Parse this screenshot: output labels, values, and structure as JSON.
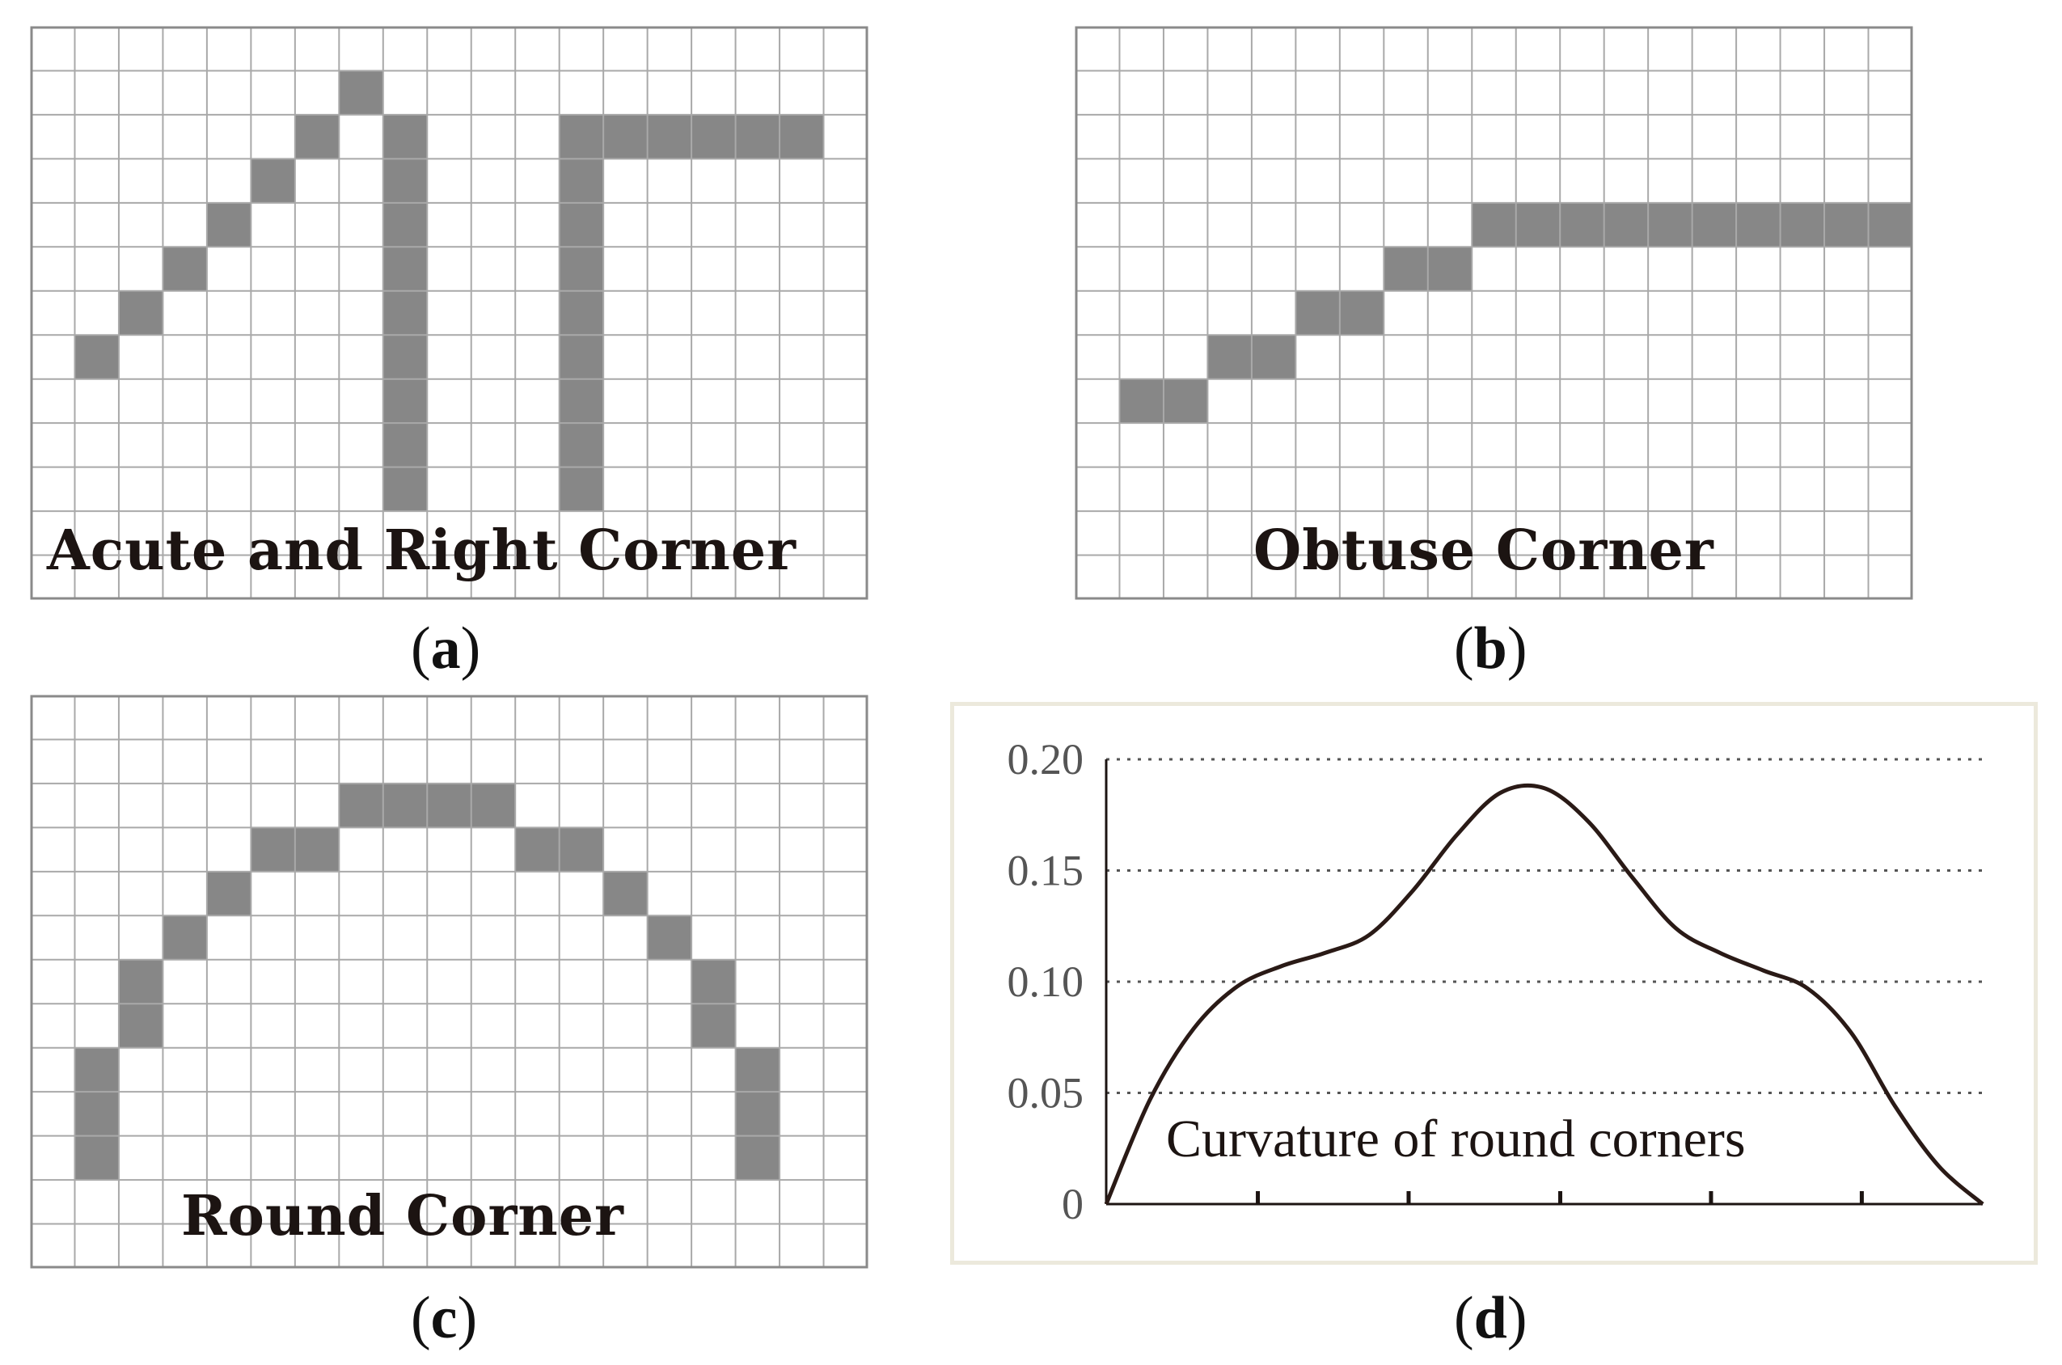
{
  "panels": {
    "a": {
      "title": "Acute and Right Corner",
      "label_open": "(",
      "label_letter": "a",
      "label_close": ")",
      "grid": {
        "cols": 19,
        "rows": 13
      },
      "filled_cells": [
        [
          7,
          1
        ],
        [
          6,
          2
        ],
        [
          8,
          2
        ],
        [
          5,
          3
        ],
        [
          8,
          3
        ],
        [
          4,
          4
        ],
        [
          8,
          4
        ],
        [
          3,
          5
        ],
        [
          8,
          5
        ],
        [
          2,
          6
        ],
        [
          8,
          6
        ],
        [
          1,
          7
        ],
        [
          8,
          7
        ],
        [
          8,
          8
        ],
        [
          8,
          9
        ],
        [
          8,
          10
        ],
        [
          12,
          2
        ],
        [
          13,
          2
        ],
        [
          14,
          2
        ],
        [
          15,
          2
        ],
        [
          16,
          2
        ],
        [
          17,
          2
        ],
        [
          12,
          3
        ],
        [
          12,
          4
        ],
        [
          12,
          5
        ],
        [
          12,
          6
        ],
        [
          12,
          7
        ],
        [
          12,
          8
        ],
        [
          12,
          9
        ],
        [
          12,
          10
        ]
      ]
    },
    "b": {
      "title": "Obtuse Corner",
      "label_open": "(",
      "label_letter": "b",
      "label_close": ")",
      "grid": {
        "cols": 19,
        "rows": 13
      },
      "filled_cells": [
        [
          1,
          8
        ],
        [
          2,
          8
        ],
        [
          3,
          7
        ],
        [
          4,
          7
        ],
        [
          5,
          6
        ],
        [
          6,
          6
        ],
        [
          7,
          5
        ],
        [
          8,
          5
        ],
        [
          9,
          4
        ],
        [
          10,
          4
        ],
        [
          11,
          4
        ],
        [
          12,
          4
        ],
        [
          13,
          4
        ],
        [
          14,
          4
        ],
        [
          15,
          4
        ],
        [
          16,
          4
        ],
        [
          17,
          4
        ],
        [
          18,
          4
        ]
      ]
    },
    "c": {
      "title": "Round Corner",
      "label_open": "(",
      "label_letter": "c",
      "label_close": ")",
      "grid": {
        "cols": 19,
        "rows": 13
      },
      "filled_cells": [
        [
          7,
          2
        ],
        [
          8,
          2
        ],
        [
          9,
          2
        ],
        [
          10,
          2
        ],
        [
          5,
          3
        ],
        [
          6,
          3
        ],
        [
          11,
          3
        ],
        [
          12,
          3
        ],
        [
          4,
          4
        ],
        [
          13,
          4
        ],
        [
          3,
          5
        ],
        [
          14,
          5
        ],
        [
          2,
          6
        ],
        [
          15,
          6
        ],
        [
          2,
          7
        ],
        [
          15,
          7
        ],
        [
          1,
          8
        ],
        [
          16,
          8
        ],
        [
          1,
          9
        ],
        [
          16,
          9
        ],
        [
          1,
          10
        ],
        [
          16,
          10
        ]
      ]
    },
    "d": {
      "label_open": "(",
      "label_letter": "d",
      "label_close": ")",
      "caption": "Curvature of round corners"
    }
  },
  "chart_data": {
    "type": "line",
    "title": "",
    "caption": "Curvature of round corners",
    "xlabel": "",
    "ylabel": "",
    "xlim": [
      0,
      1
    ],
    "ylim": [
      0,
      0.2
    ],
    "yticks": [
      "0",
      "0.05",
      "0.10",
      "0.15",
      "0.20"
    ],
    "ytick_values": [
      0,
      0.05,
      0.1,
      0.15,
      0.2
    ],
    "x_minor_ticks": [
      0.173,
      0.345,
      0.518,
      0.69,
      0.862
    ],
    "grid": "horizontal dotted",
    "series": [
      {
        "x": [
          0,
          0.05,
          0.1,
          0.15,
          0.2,
          0.25,
          0.3,
          0.35,
          0.4,
          0.45,
          0.5,
          0.55,
          0.6,
          0.65,
          0.7,
          0.75,
          0.8,
          0.85,
          0.9,
          0.95,
          1.0
        ],
        "values": [
          0,
          0.047,
          0.079,
          0.098,
          0.107,
          0.113,
          0.121,
          0.141,
          0.166,
          0.185,
          0.187,
          0.172,
          0.147,
          0.124,
          0.113,
          0.105,
          0.097,
          0.077,
          0.044,
          0.017,
          0
        ],
        "color": "#2a1a16"
      }
    ]
  },
  "colors": {
    "cell_fill": "#878787",
    "grid_line": "#a9a9a9",
    "grid_border": "#8a8a8a",
    "dotted_grid": "#555555",
    "curve": "#2a1a16"
  }
}
